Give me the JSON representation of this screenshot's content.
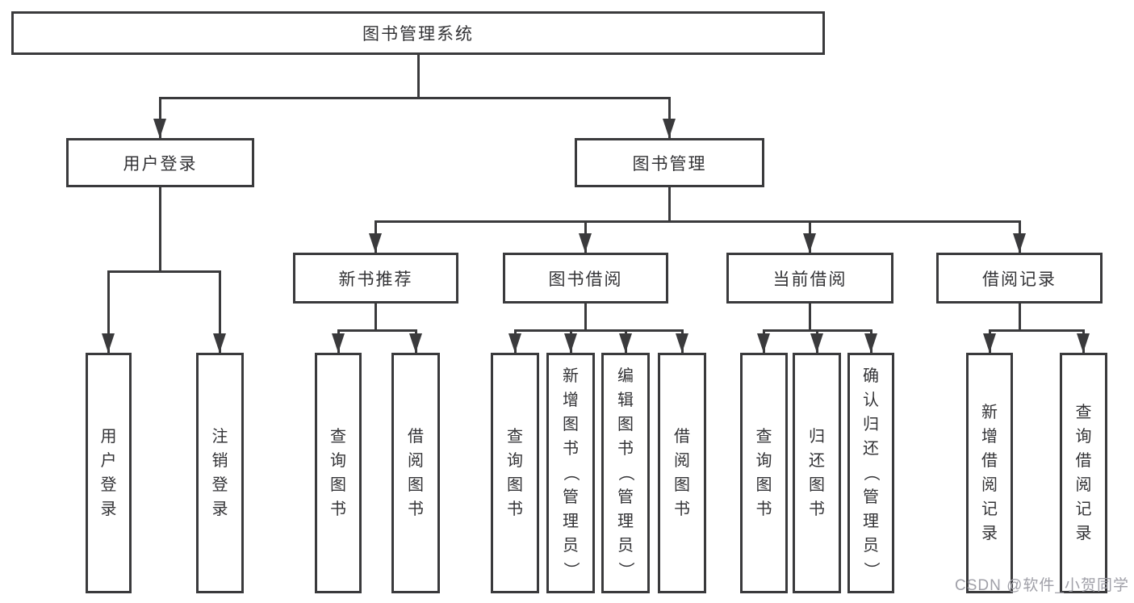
{
  "diagram_title": "图书管理系统",
  "nodes": {
    "root": "图书管理系统",
    "user_login": "用户登录",
    "book_mgmt": "图书管理",
    "new_book": "新书推荐",
    "book_borrow": "图书借阅",
    "current_borrow": "当前借阅",
    "borrow_records": "借阅记录",
    "leaf_user_login": "用户登录",
    "leaf_logout": "注销登录",
    "leaf_nb_query": "查询图书",
    "leaf_nb_borrow": "借阅图书",
    "leaf_bb_query": "查询图书",
    "leaf_bb_add": "新增图书（管理员）",
    "leaf_bb_edit": "编辑图书（管理员）",
    "leaf_bb_borrow": "借阅图书",
    "leaf_cb_query": "查询图书",
    "leaf_cb_return": "归还图书",
    "leaf_cb_confirm": "确认归还（管理员）",
    "leaf_br_add": "新增借阅记录",
    "leaf_br_query": "查询借阅记录"
  },
  "hierarchy": {
    "图书管理系统": [
      "用户登录",
      "图书管理"
    ],
    "用户登录": [
      "用户登录",
      "注销登录"
    ],
    "图书管理": [
      "新书推荐",
      "图书借阅",
      "当前借阅",
      "借阅记录"
    ],
    "新书推荐": [
      "查询图书",
      "借阅图书"
    ],
    "图书借阅": [
      "查询图书",
      "新增图书（管理员）",
      "编辑图书（管理员）",
      "借阅图书"
    ],
    "当前借阅": [
      "查询图书",
      "归还图书",
      "确认归还（管理员）"
    ],
    "借阅记录": [
      "新增借阅记录",
      "查询借阅记录"
    ]
  },
  "watermark": {
    "text": "CSDN @软件_小贺同学"
  },
  "colors": {
    "line": "#3a3a3c",
    "text": "#333336",
    "watermark": "#a0a0a8",
    "background": "#ffffff"
  }
}
